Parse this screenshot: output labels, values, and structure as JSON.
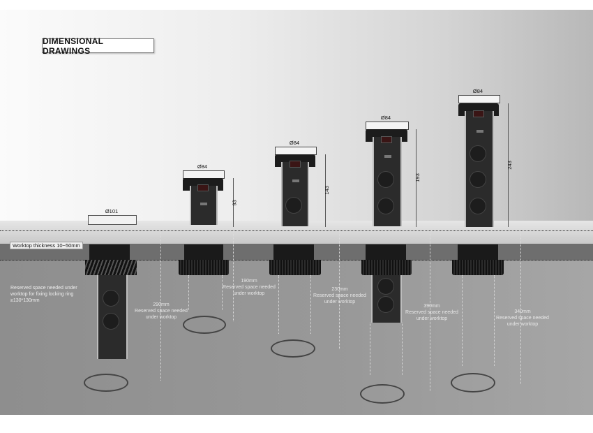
{
  "title": "DIMENSIONAL DRAWINGS",
  "worktop": {
    "thickness_label": "Worktop thickness 10~50mm",
    "reserve_note": "Reserved space needed under worktop for fixing locking ring ≥130*130mm",
    "arrow_color": "#f05a22"
  },
  "cutout": {
    "diameter_label": "Ø101"
  },
  "units": [
    {
      "id": "unit-1",
      "diameter_label": "Ø84",
      "height_label": "93",
      "reserve_mm": "190mm",
      "reserve_text": "Reserved space needed under worktop"
    },
    {
      "id": "unit-2",
      "diameter_label": "Ø84",
      "height_label": "143",
      "reserve_mm": "230mm",
      "reserve_text": "Reserved space needed under worktop"
    },
    {
      "id": "unit-3",
      "diameter_label": "Ø84",
      "height_label": "193",
      "reserve_mm": "390mm",
      "reserve_text": "Reserved space needed under worktop"
    },
    {
      "id": "unit-4",
      "diameter_label": "Ø84",
      "height_label": "243",
      "reserve_mm": "340mm",
      "reserve_text": "Reserved space needed under worktop"
    }
  ],
  "installed_unit": {
    "reserve_mm": "290mm",
    "reserve_text": "Reserved space needed under worktop"
  }
}
